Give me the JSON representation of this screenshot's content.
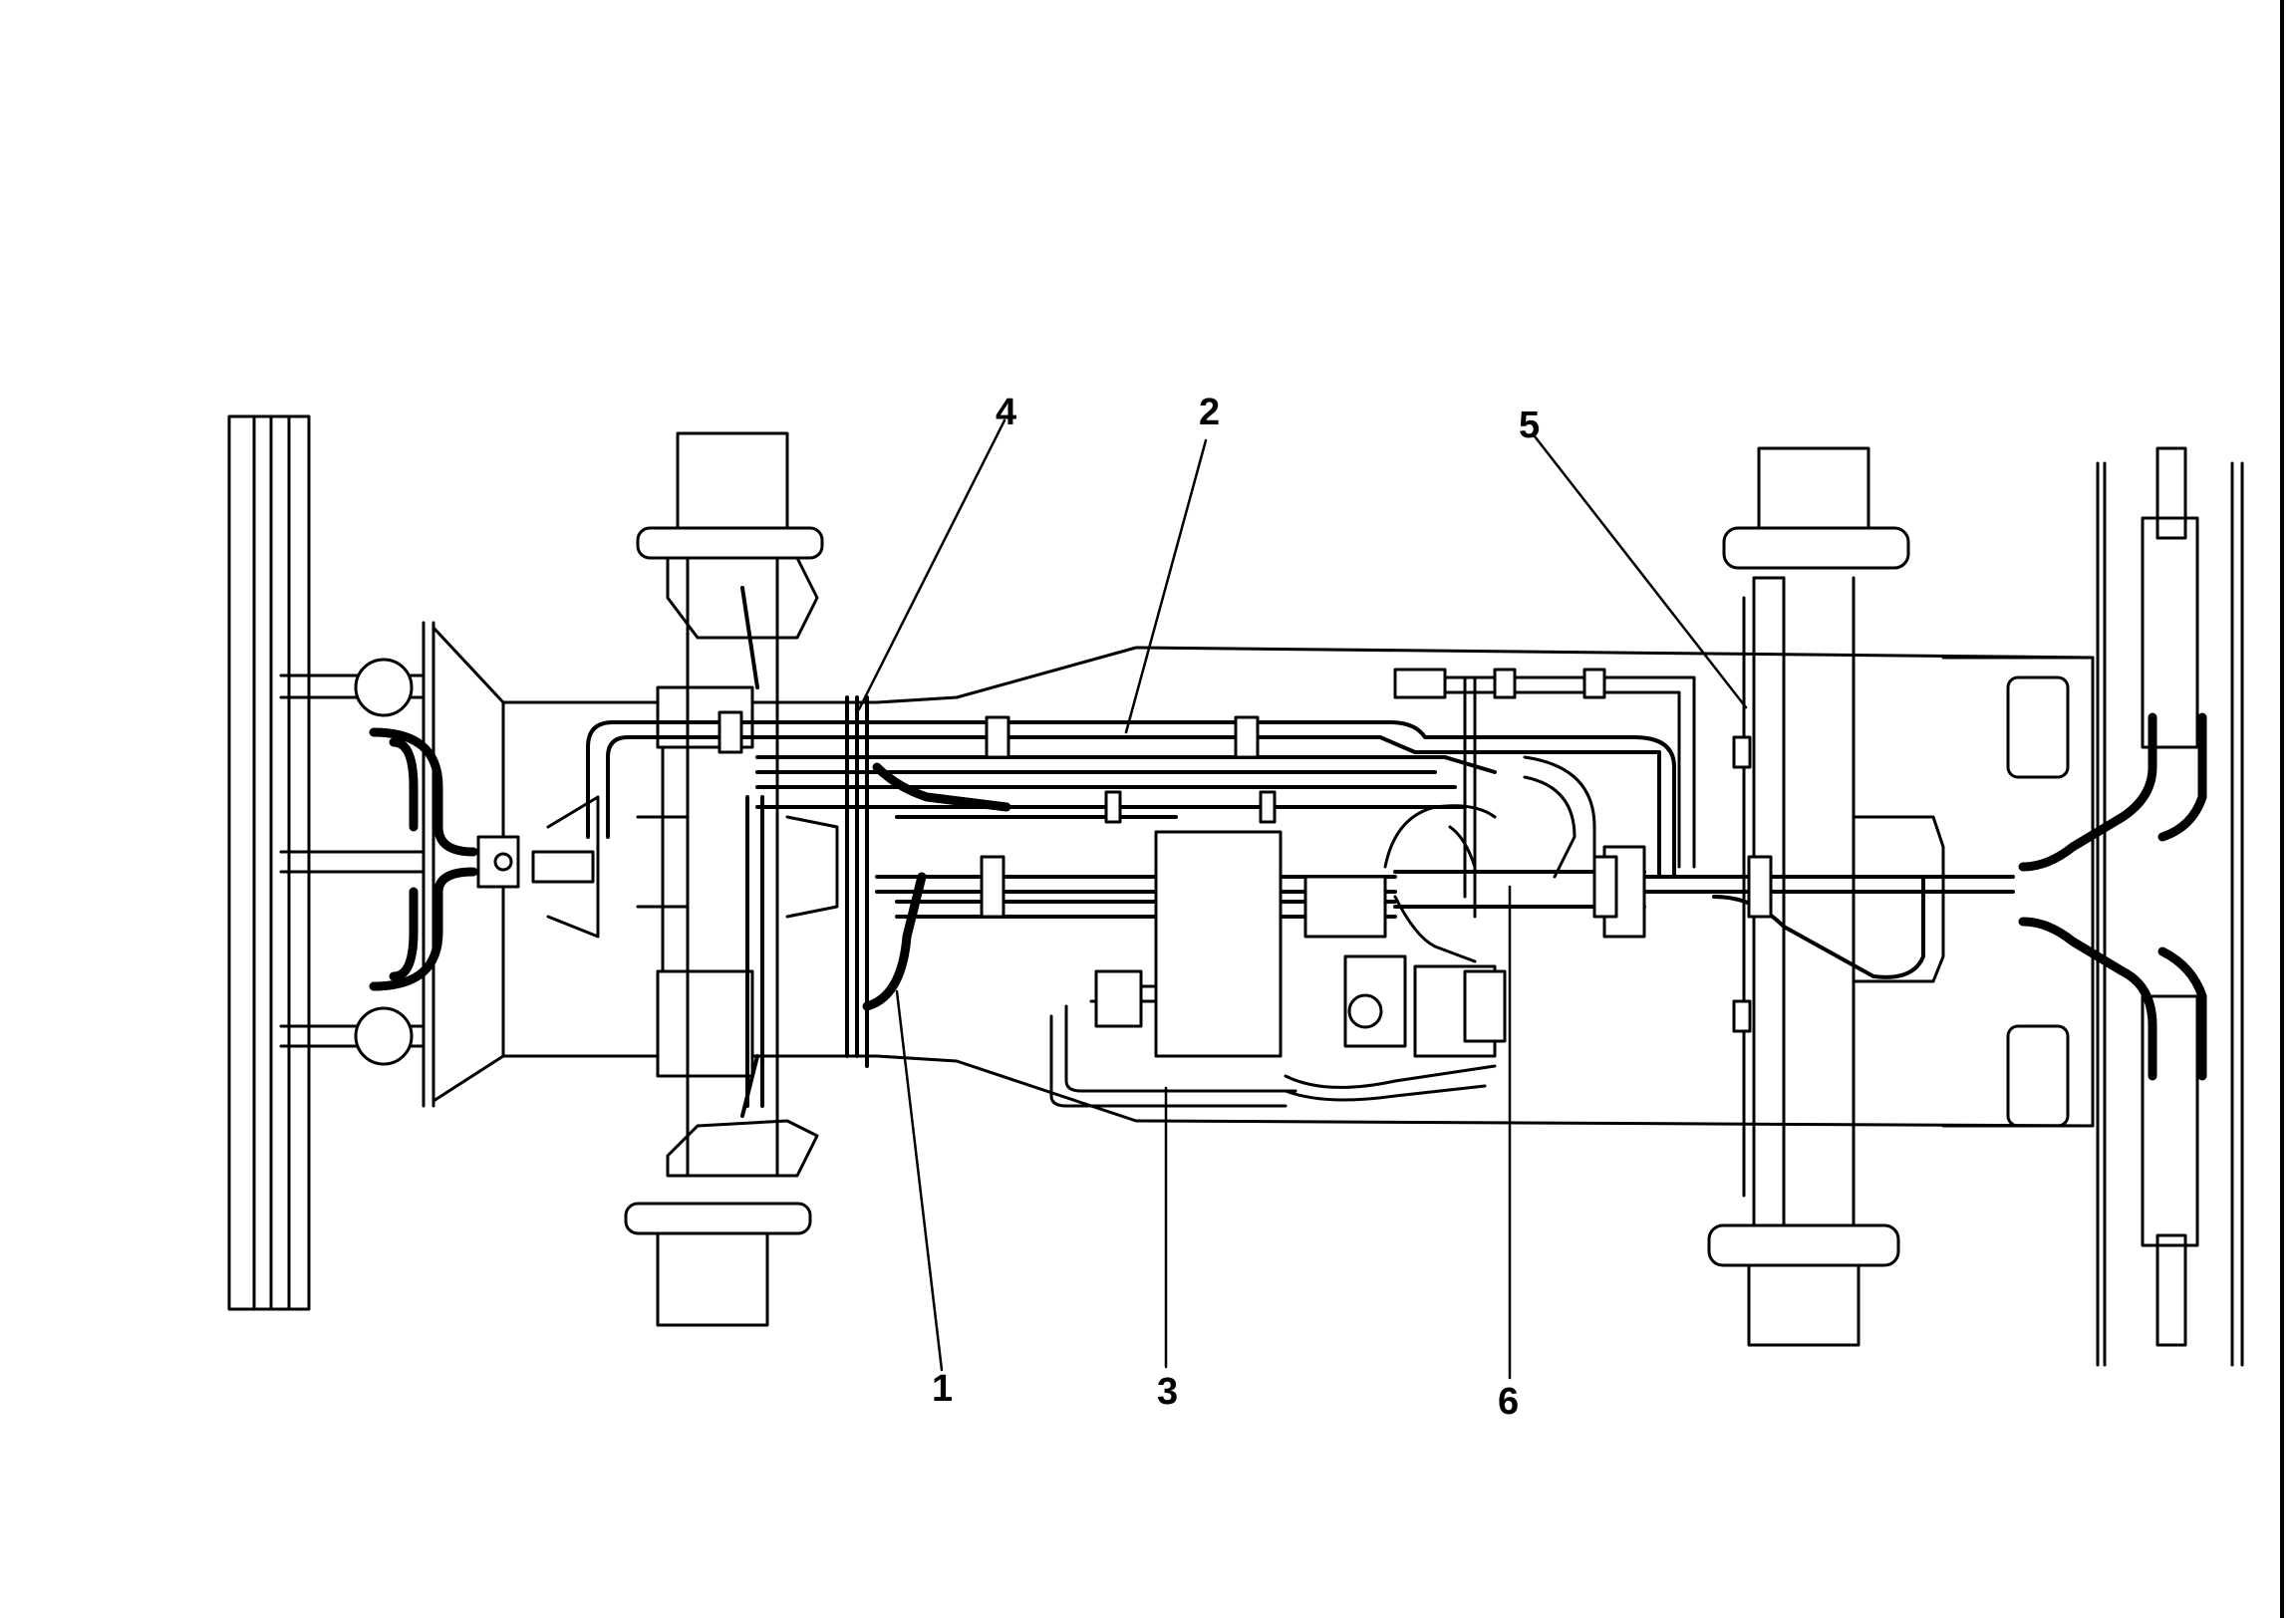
{
  "diagram": {
    "callouts": [
      {
        "id": "1",
        "label": "1"
      },
      {
        "id": "2",
        "label": "2"
      },
      {
        "id": "3",
        "label": "3"
      },
      {
        "id": "4",
        "label": "4"
      },
      {
        "id": "5",
        "label": "5"
      },
      {
        "id": "6",
        "label": "6"
      }
    ],
    "colors": {
      "ink": "#000000",
      "paper": "#ffffff",
      "shade": "#f2f2f2"
    }
  }
}
